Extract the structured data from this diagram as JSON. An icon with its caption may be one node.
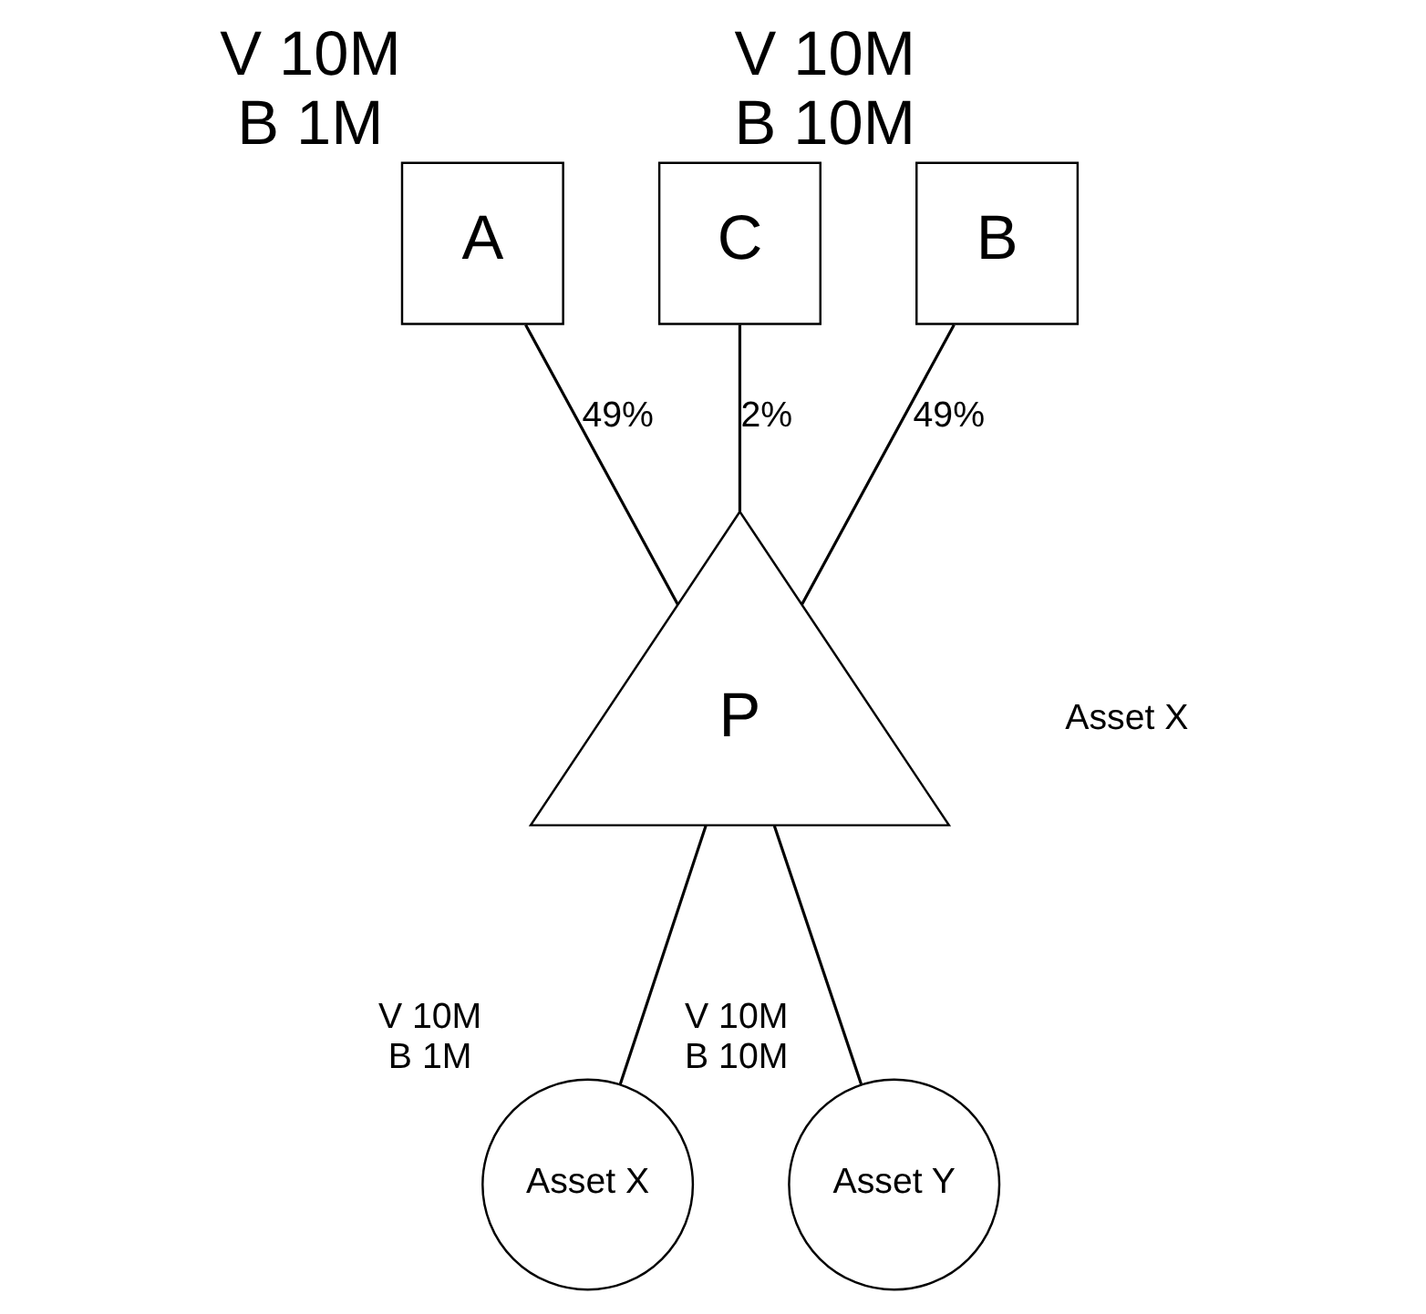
{
  "diagram": {
    "nodes": [
      {
        "text": [
          "A"
        ],
        "beside": [
          "V 10M",
          "B 1M"
        ]
      },
      {
        "text": [
          "C"
        ]
      },
      {
        "text": [
          "B"
        ],
        "beside": [
          "V 10M",
          "B 10M"
        ]
      },
      {
        "text": [
          "P"
        ]
      },
      {
        "text": [
          "Asset X"
        ],
        "beside": [
          "V 10M",
          "B 1M"
        ]
      },
      {
        "text": [
          "Asset Y"
        ],
        "beside": [
          "V 10M",
          "B 10M"
        ]
      }
    ],
    "edges": [
      {
        "from": 0,
        "to": 3,
        "arrow": "none",
        "label": "49%"
      },
      {
        "from": 1,
        "to": 3,
        "arrow": "none",
        "label": "2%"
      },
      {
        "from": 2,
        "to": 3,
        "arrow": "none",
        "label": "49%"
      },
      {
        "from": 3,
        "to": 4,
        "arrow": "none"
      },
      {
        "from": 3,
        "to": 5,
        "arrow": "none"
      }
    ],
    "labels": [
      "Asset X"
    ]
  }
}
